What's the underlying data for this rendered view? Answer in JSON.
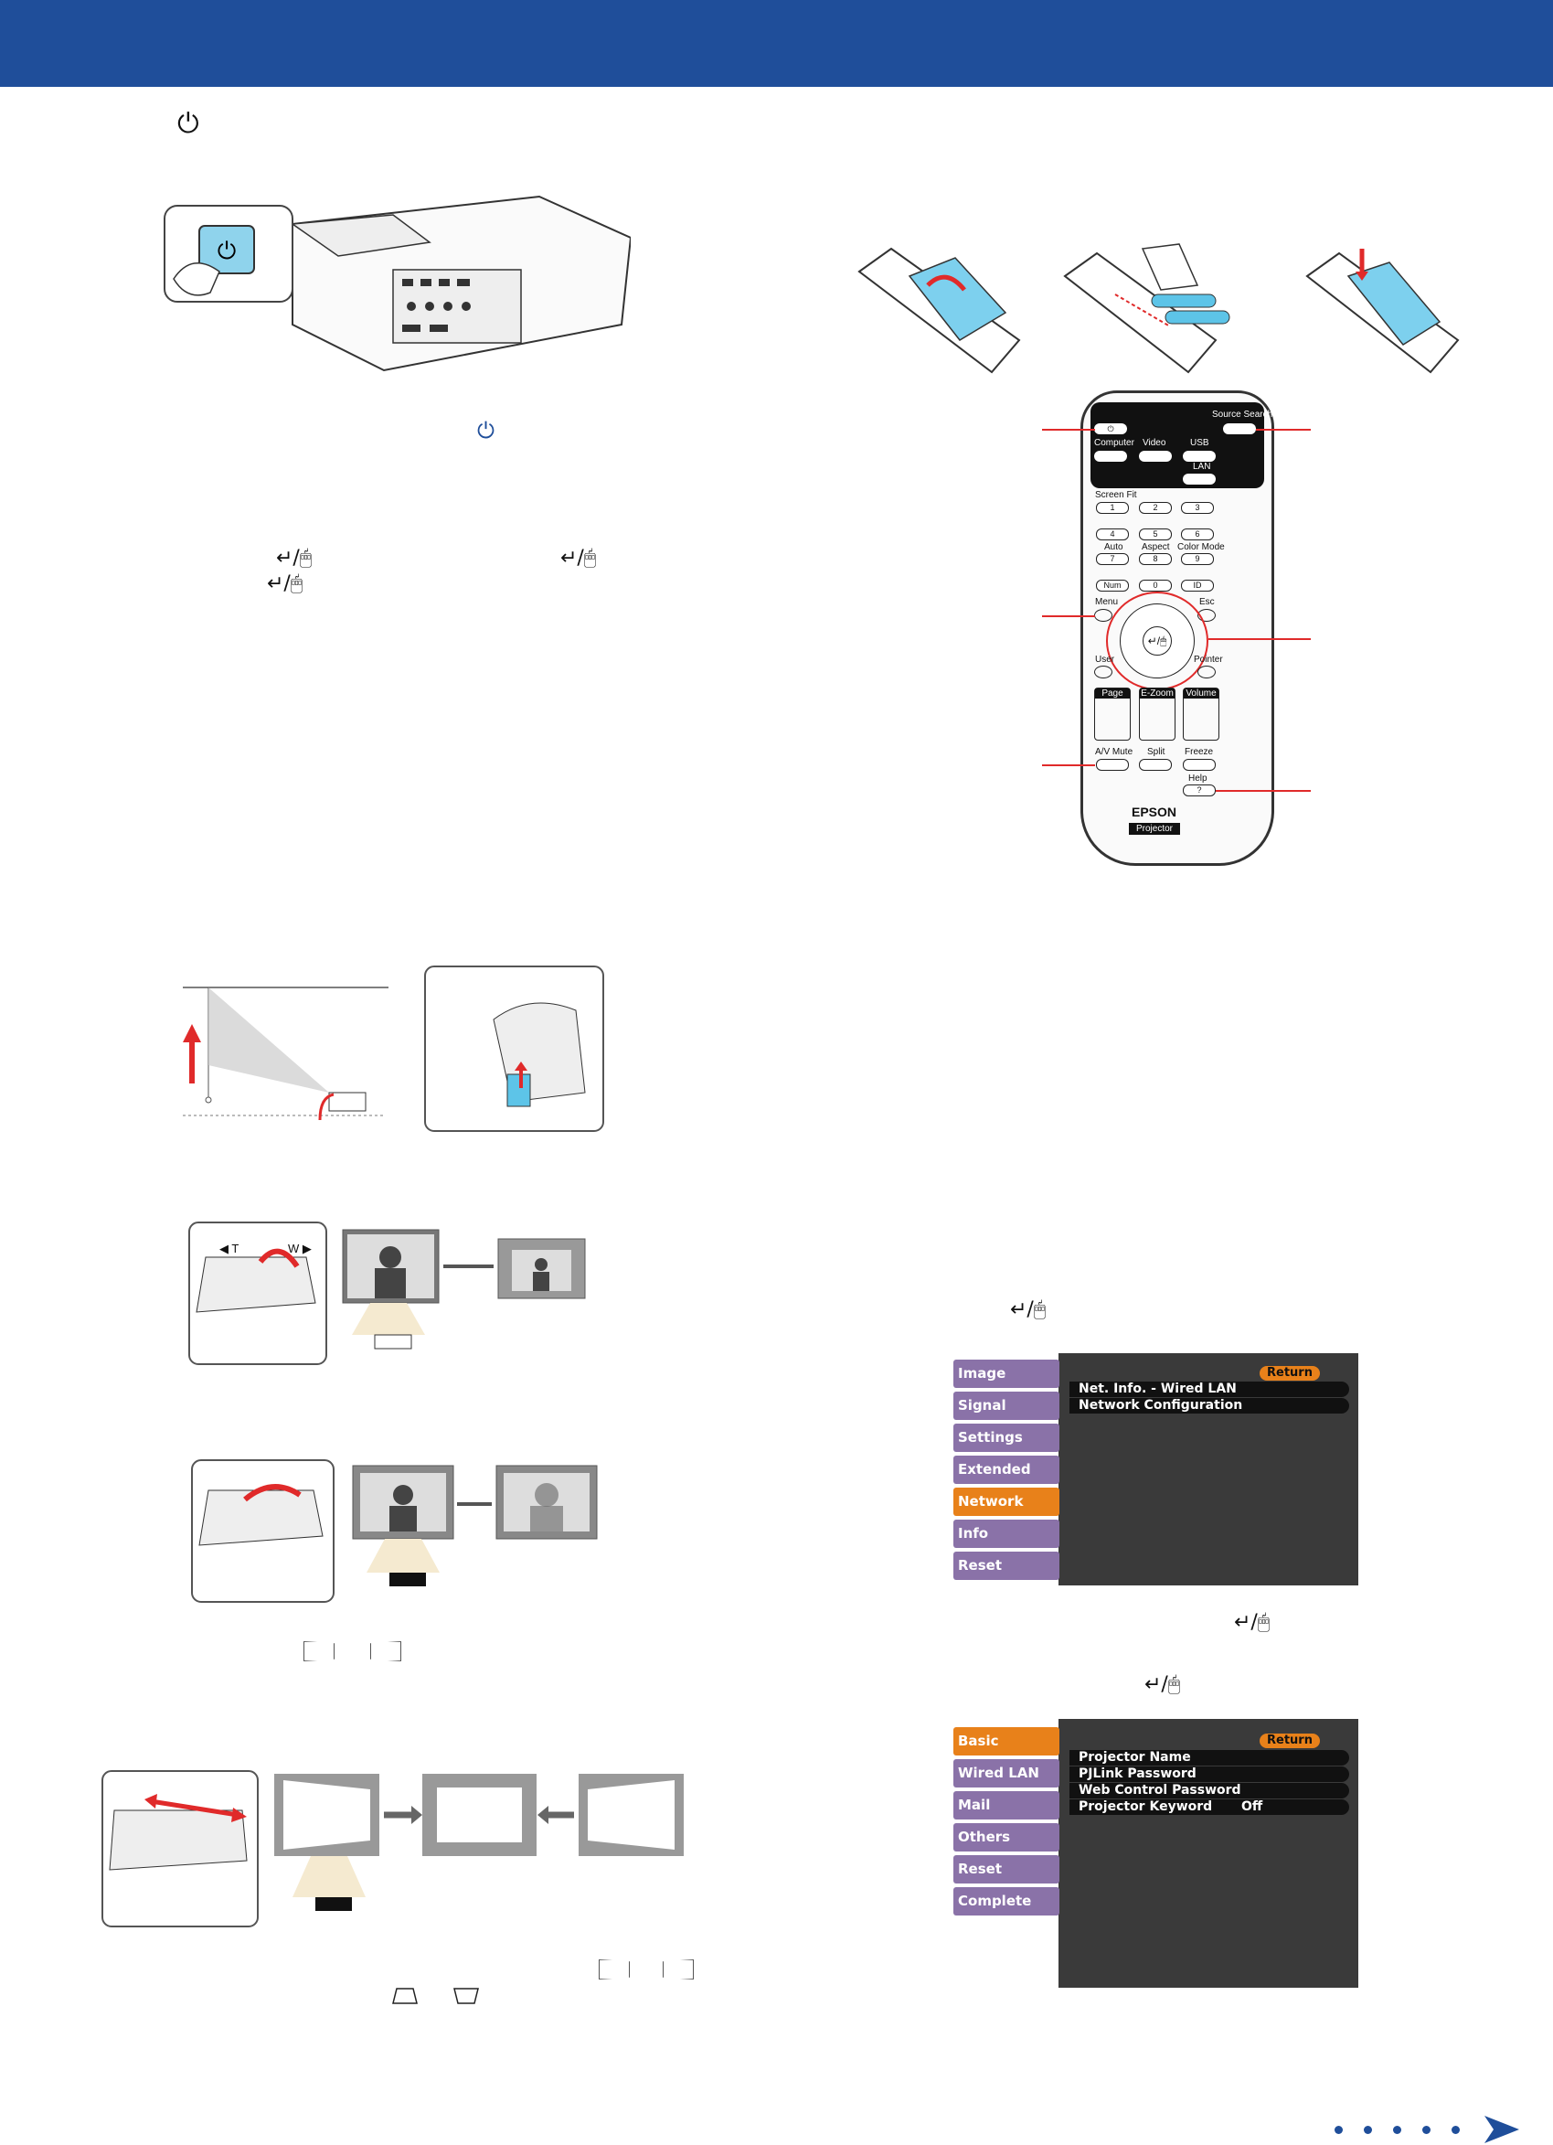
{
  "header": {
    "color": "#1f4e9a"
  },
  "symbols": {
    "power": "⏻",
    "enter": "↵/🖱"
  },
  "remote": {
    "buttons_top": {
      "source_search": "Source Search",
      "computer": "Computer",
      "video": "Video",
      "usb": "USB",
      "lan": "LAN"
    },
    "screen_fit": "Screen Fit",
    "num_keys": [
      "1",
      "2",
      "3",
      "4",
      "5",
      "6",
      "7",
      "8",
      "9"
    ],
    "labels": {
      "auto": "Auto",
      "aspect": "Aspect",
      "color_mode": "Color Mode",
      "num": "Num",
      "zero": "0",
      "id": "ID",
      "menu": "Menu",
      "esc": "Esc",
      "user": "User",
      "pointer": "Pointer",
      "page": "Page",
      "ezoom": "E-Zoom",
      "volume": "Volume",
      "av_mute": "A/V Mute",
      "split": "Split",
      "freeze": "Freeze",
      "help": "Help",
      "help_key": "?"
    },
    "brand": "EPSON",
    "model": "Projector"
  },
  "zoom_labels": {
    "t": "◀ T",
    "w": "W ▶"
  },
  "network_menu": {
    "tabs": [
      "Image",
      "Signal",
      "Settings",
      "Extended",
      "Network",
      "Info",
      "Reset"
    ],
    "active_tab": "Network",
    "return_label": "Return",
    "items": [
      "Net. Info. - Wired LAN",
      "Network Configuration"
    ]
  },
  "basic_menu": {
    "tabs": [
      "Basic",
      "Wired LAN",
      "Mail",
      "Others",
      "Reset",
      "Complete"
    ],
    "active_tab": "Basic",
    "return_label": "Return",
    "items": [
      "Projector Name",
      "PJLink Password",
      "Web Control Password",
      "Projector Keyword"
    ],
    "keyword_value": "Off"
  },
  "accent_colors": {
    "red": "#e02a2a",
    "orange": "#e8811a",
    "purple": "#8a72a8",
    "blue": "#1f4e9a"
  }
}
